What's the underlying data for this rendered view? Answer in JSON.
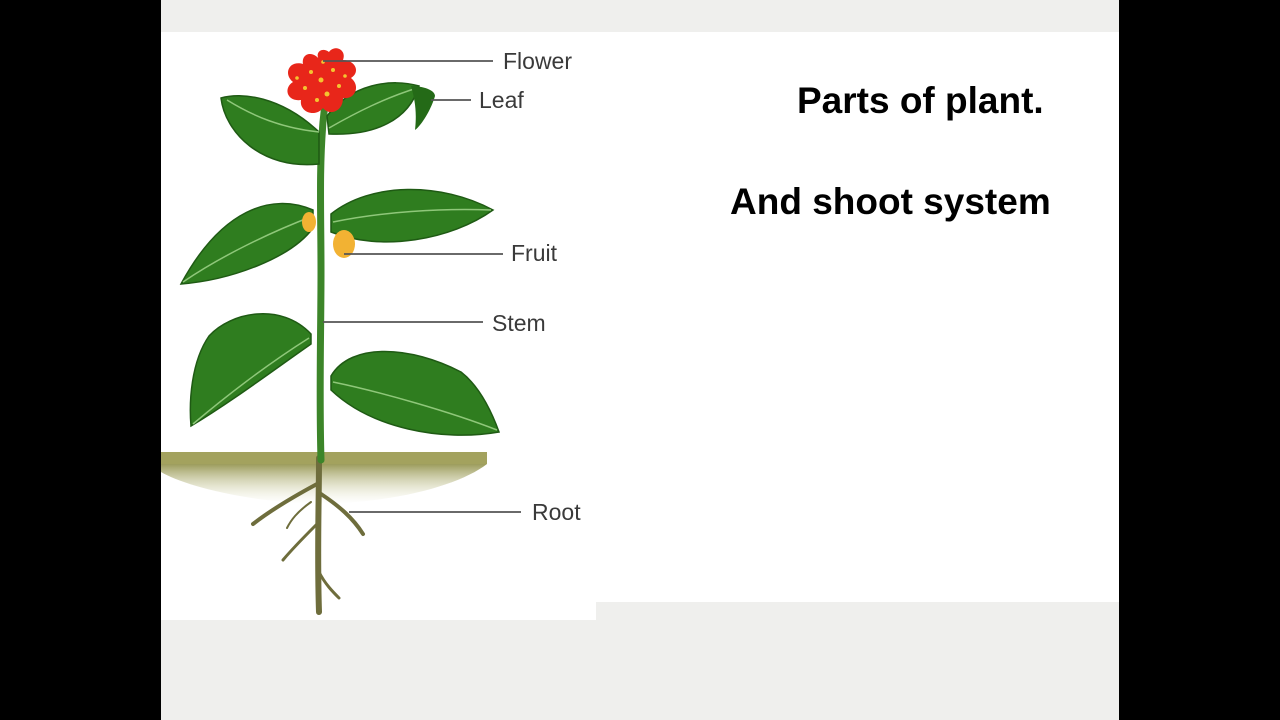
{
  "slide": {
    "title": "Parts of plant.",
    "subtitle": "And shoot system"
  },
  "diagram": {
    "labels": {
      "flower": "Flower",
      "leaf": "Leaf",
      "fruit": "Fruit",
      "stem": "Stem",
      "root": "Root"
    }
  },
  "colors": {
    "letterbox": "#000000",
    "stage": "#efefed",
    "slide": "#ffffff",
    "leaf": "#2f7d1f",
    "leaf_dark": "#1f5a14",
    "stem": "#3d8a2a",
    "flower": "#e8261a",
    "flower_spots": "#f4c430",
    "fruit": "#f2b233",
    "soil": "#a8a86a",
    "root": "#6b6b3a",
    "leader_line": "#555555"
  }
}
